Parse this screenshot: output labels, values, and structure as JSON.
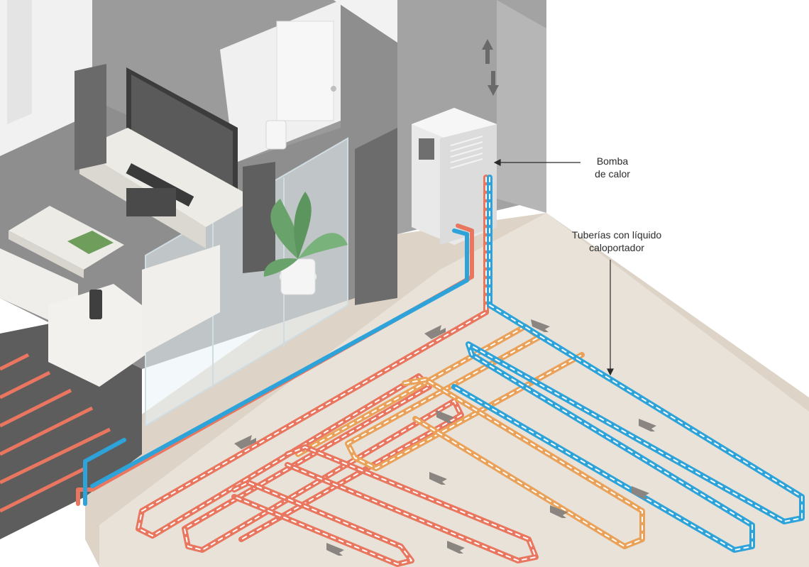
{
  "labels": {
    "heat_pump": {
      "line1": "Bomba",
      "line2": "de calor"
    },
    "pipes": {
      "line1": "Tuberías con líquido",
      "line2": "caloportador"
    }
  },
  "colors": {
    "hot_pipe": "#e9765f",
    "warm_pipe": "#eaa25a",
    "cold_pipe": "#2ea3d9",
    "ground": "#e7e1d8",
    "ground_shadow": "#d9d0c3",
    "wall_grey": "#8c8c8c",
    "floor_grey": "#6f6f70",
    "interior_floor": "#9a9a9a",
    "white_wall": "#f3f3f3"
  },
  "icons": [
    "heat-pump-unit",
    "television",
    "speaker",
    "sofa",
    "coffee-table",
    "plant",
    "wifi-router",
    "smart-speaker",
    "direction-arrow"
  ]
}
